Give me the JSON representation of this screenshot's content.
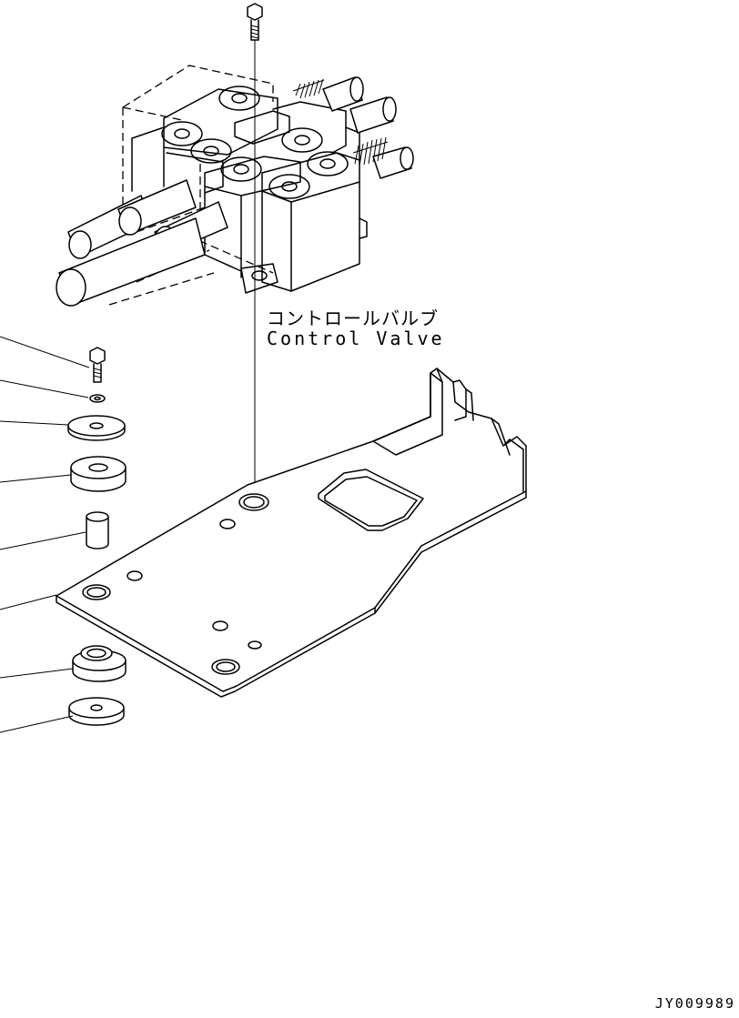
{
  "labels": {
    "part_name_jp": "コントロールバルブ",
    "part_name_en": "Control Valve",
    "drawing_code": "JY009989"
  },
  "colors": {
    "line": "#000000",
    "background": "#ffffff"
  }
}
